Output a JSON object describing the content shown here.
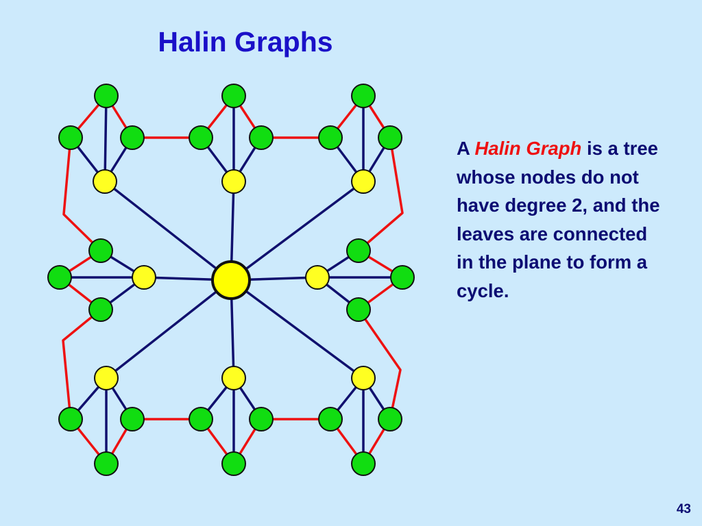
{
  "slide": {
    "title": "Halin Graphs",
    "page_number": "43"
  },
  "definition": {
    "lead": "A",
    "term": "Halin Graph",
    "body": "is a tree whose nodes do not have degree 2, and the leaves are connected in the plane to form a cycle."
  },
  "colors": {
    "background": "#cdeafc",
    "title": "#1a10c8",
    "body_text": "#0c0c72",
    "term": "#ee1111",
    "tree_edge": "#10106e",
    "cycle_edge": "#ee1111",
    "leaf_node": "#11dd11",
    "internal_node": "#ffff22",
    "center_node": "#ffff00"
  },
  "diagram": {
    "node_kinds": [
      "center",
      "internal",
      "leaf"
    ],
    "edge_kinds": [
      "tree",
      "cycle"
    ],
    "center_count": 1,
    "internal_count": 8,
    "leaf_count": 24
  }
}
